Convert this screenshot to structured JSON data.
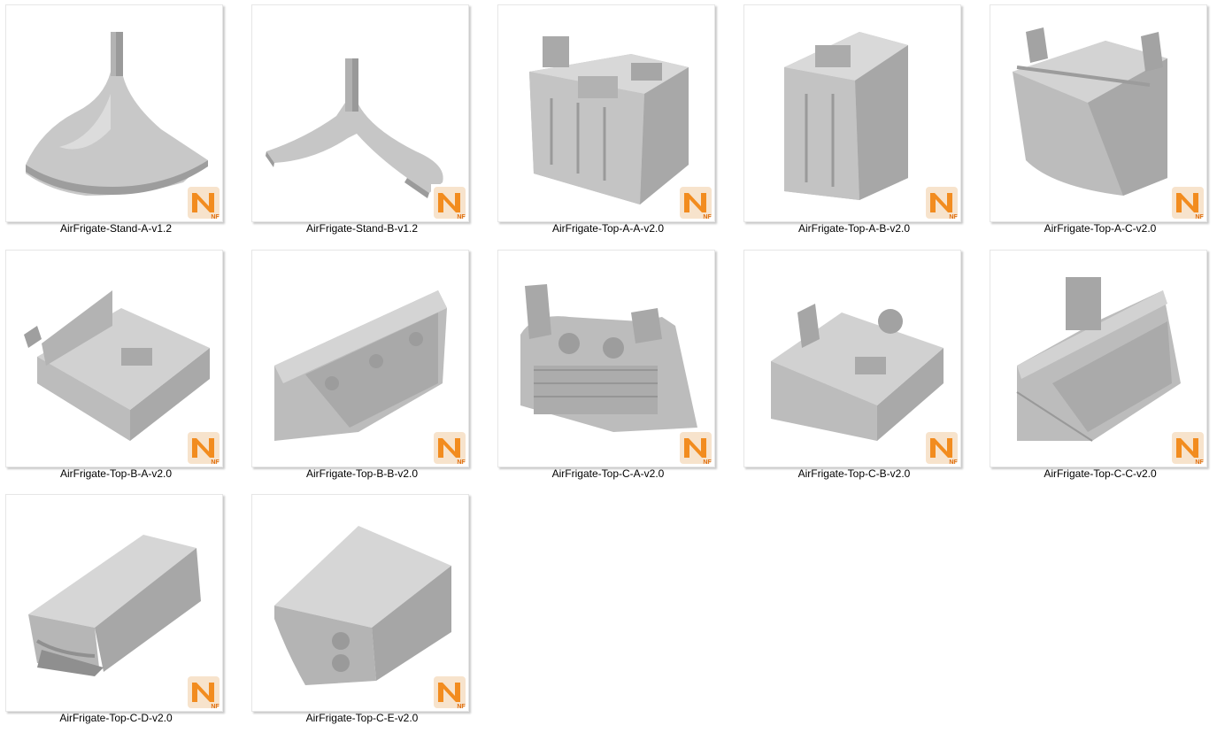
{
  "colors": {
    "model": "#b9b9b9",
    "model_dark": "#8f8f8f",
    "model_light": "#dedede",
    "badge_orange": "#f28c1f"
  },
  "badge": {
    "icon": "nf-app-icon",
    "letter": "N",
    "sub": "NF"
  },
  "files": [
    {
      "name": "AirFrigate-Stand-A-v1.2",
      "icon": "stand-a-thumbnail"
    },
    {
      "name": "AirFrigate-Stand-B-v1.2",
      "icon": "stand-b-thumbnail"
    },
    {
      "name": "AirFrigate-Top-A-A-v2.0",
      "icon": "top-block-thumbnail"
    },
    {
      "name": "AirFrigate-Top-A-B-v2.0",
      "icon": "top-block-thumbnail"
    },
    {
      "name": "AirFrigate-Top-A-C-v2.0",
      "icon": "top-railing-thumbnail"
    },
    {
      "name": "AirFrigate-Top-B-A-v2.0",
      "icon": "deck-thumbnail"
    },
    {
      "name": "AirFrigate-Top-B-B-v2.0",
      "icon": "wall-thumbnail"
    },
    {
      "name": "AirFrigate-Top-C-A-v2.0",
      "icon": "stern-thumbnail"
    },
    {
      "name": "AirFrigate-Top-C-B-v2.0",
      "icon": "deck-thumbnail"
    },
    {
      "name": "AirFrigate-Top-C-C-v2.0",
      "icon": "wall-thumbnail"
    },
    {
      "name": "AirFrigate-Top-C-D-v2.0",
      "icon": "hull-thumbnail"
    },
    {
      "name": "AirFrigate-Top-C-E-v2.0",
      "icon": "hull-thumbnail"
    }
  ]
}
